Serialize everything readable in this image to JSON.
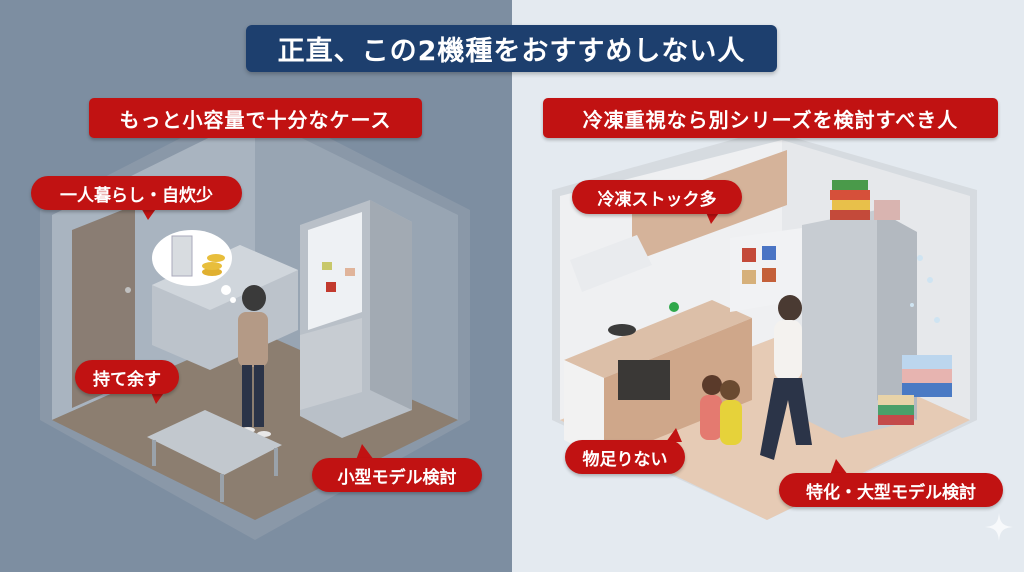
{
  "title": "正直、この2機種をおすすめしない人",
  "left_panel": {
    "heading": "もっと小容量で十分なケース",
    "bubbles": [
      {
        "label": "一人暮らし・自炊少"
      },
      {
        "label": "持て余す"
      },
      {
        "label": "小型モデル検討"
      }
    ],
    "scene": {
      "description": "single person standing in a small room looking at a large open refrigerator, thought bubble with small fridge and coins",
      "colors": {
        "background": "#7d8ea1",
        "wall": "#9ba8b6",
        "floor": "#8c7e70"
      }
    }
  },
  "right_panel": {
    "heading": "冷凍重視なら別シリーズを検討すべき人",
    "bubbles": [
      {
        "label": "冷凍ストック多"
      },
      {
        "label": "物足りない"
      },
      {
        "label": "特化・大型モデル検討"
      }
    ],
    "scene": {
      "description": "family kitchen with overflowing freezer, parent pushing fridge door, children hugging, stacked frozen food containers",
      "colors": {
        "background": "#e4eaf0",
        "wall": "#f1f2f4",
        "floor": "#e6cbb5"
      }
    }
  },
  "colors": {
    "title_bg": "#1d3f6e",
    "label_red": "#c11212",
    "text": "#ffffff"
  },
  "icons": {
    "watermark": "sparkle-icon"
  }
}
